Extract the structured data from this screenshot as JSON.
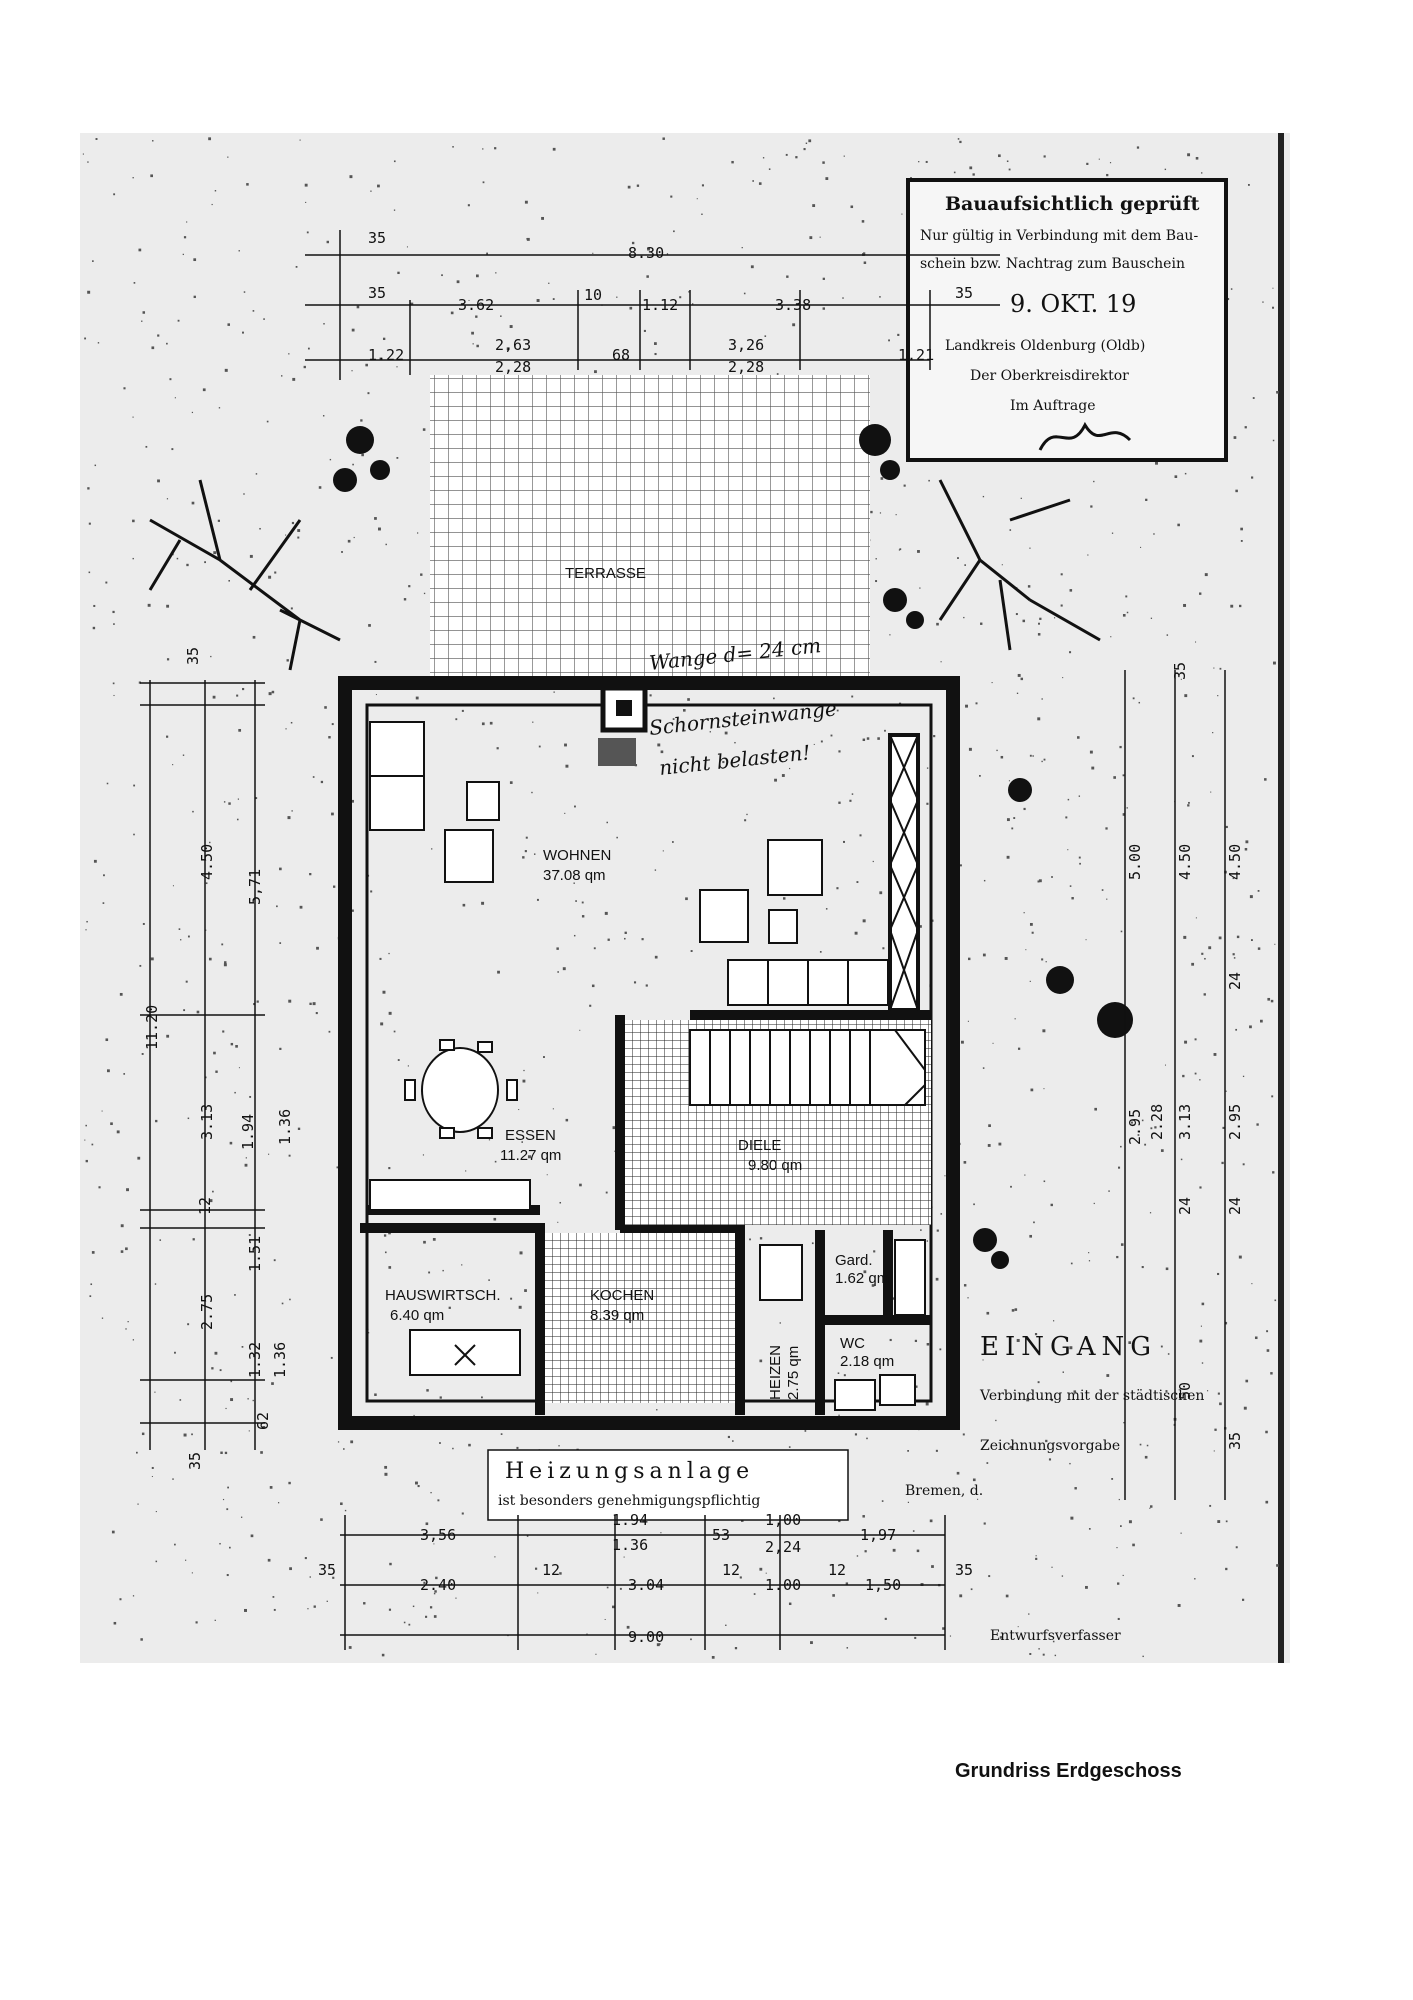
{
  "caption": "Grundriss Erdgeschoss",
  "stamp": {
    "line1": "Bauaufsichtlich geprüft",
    "line2": "Nur gültig in Verbindung mit dem Bau-",
    "line3": "schein bzw. Nachtrag zum Bauschein",
    "date": "9. OKT. 19",
    "line5": "Landkreis Oldenburg (Oldb)",
    "line6": "Der Oberkreisdirektor",
    "line7": "Im Auftrage"
  },
  "rooms": {
    "terrasse": "TERRASSE",
    "wohnen": "WOHNEN",
    "wohnen_area": "37.08 qm",
    "essen": "ESSEN",
    "essen_area": "11.27 qm",
    "diele": "DIELE",
    "diele_area": "9.80 qm",
    "hauswirt": "HAUSWIRTSCH.",
    "hauswirt_area": "6.40 qm",
    "kochen": "KOCHEN",
    "kochen_area": "8.39 qm",
    "heizen": "HEIZEN",
    "heizen_area": "2.75 qm",
    "gard": "Gard.",
    "gard_area": "1.62 qm",
    "wc": "WC",
    "wc_area": "2.18 qm"
  },
  "notes": {
    "heizung1": "Heizungsanlage",
    "heizung2": "ist besonders genehmigungspflichtig",
    "wange": "Wange d= 24 cm",
    "schorn1": "Schornsteinwange",
    "schorn2": "nicht belasten!",
    "eingang": "EINGANG",
    "verbindung": "Verbindung mit der städtischen",
    "vorschrift": "Zeichnungsvorgabe",
    "bremen": "Bremen, d.",
    "bottom": "Entwurfsverfasser"
  },
  "dims_top": {
    "d830": "8.30",
    "d35a": "35",
    "d35b": "35",
    "d362": "3.62",
    "d10": "10",
    "d112": "1.12",
    "d338": "3.38",
    "d122": "1.22",
    "d263": "2,63",
    "d228a": "2,28",
    "d68": "68",
    "d326": "3,26",
    "d228b": "2,28",
    "d121": "1.21",
    "d35c": "35"
  },
  "dims_left": {
    "d35t": "35",
    "d450": "4.50",
    "d571": "5,71",
    "d1120": "11.20",
    "d313": "3.13",
    "d194": "1.94",
    "d136a": "1.36",
    "d12": "12",
    "d151": "1.51",
    "d275": "2.75",
    "d132": "1.32",
    "d136b": "1.36",
    "d62": "62",
    "d35b": "35"
  },
  "dims_right": {
    "d35": "35",
    "d500": "5.00",
    "d450": "4.50",
    "d450b": "4.50",
    "d24": "24",
    "d295": "2.95",
    "d228": "2.28",
    "d313": "3.13",
    "d295b": "2.95",
    "d24b": "24",
    "d24c": "24",
    "d35b": "35",
    "d50": "50"
  },
  "dims_bottom": {
    "d356": "3,56",
    "d194": "1.94",
    "d53": "53",
    "d100a": "1,00",
    "d197": "1,97",
    "d136": "1.36",
    "d224": "2,24",
    "d35": "35",
    "d240": "2.40",
    "d12a": "12",
    "d304": "3.04",
    "d12b": "12",
    "d100b": "1.00",
    "d12c": "12",
    "d150": "1,50",
    "d35b": "35",
    "d900": "9.00"
  },
  "colors": {
    "ink": "#111111",
    "paper": "#ffffff",
    "scan": "#e6e6e6"
  }
}
